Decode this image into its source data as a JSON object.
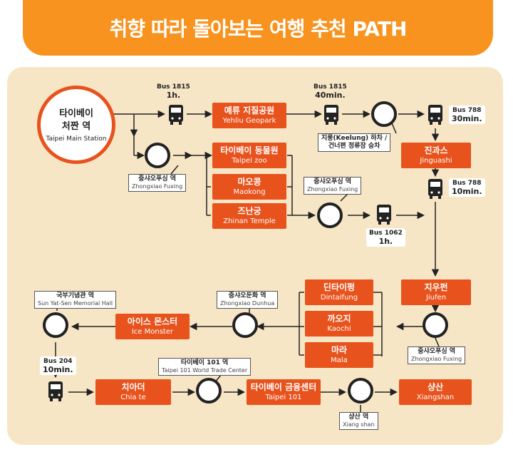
{
  "header": {
    "title": "취향 따라 돌아보는 여행 추천 PATH"
  },
  "start": {
    "name_ko_1": "타이베이",
    "name_ko_2": "처짠 역",
    "name_en": "Taipei Main Station"
  },
  "places": {
    "yehliu": {
      "ko": "예류 지질공원",
      "en": "Yehliu Geopark"
    },
    "zoo": {
      "ko": "타이베이 동물원",
      "en": "Taipei zoo"
    },
    "maokong": {
      "ko": "마오콩",
      "en": "Maokong"
    },
    "zhinan": {
      "ko": "즈난궁",
      "en": "Zhinan Temple"
    },
    "jinguashi": {
      "ko": "진과스",
      "en": "Jinguashi"
    },
    "jiufen": {
      "ko": "지우펀",
      "en": "Jiufen"
    },
    "dintaifung": {
      "ko": "딘타이펑",
      "en": "Dintaifung"
    },
    "kaochi": {
      "ko": "까오지",
      "en": "Kaochi"
    },
    "mala": {
      "ko": "마라",
      "en": "Mala"
    },
    "icemonster": {
      "ko": "아이스 몬스터",
      "en": "Ice Monster"
    },
    "chiate": {
      "ko": "치아더",
      "en": "Chia te"
    },
    "taipei101": {
      "ko": "타이베이 금융센터",
      "en": "Taipei 101"
    },
    "xiangshan": {
      "ko": "샹산",
      "en": "Xiangshan"
    }
  },
  "stations": {
    "zhongxiao_fuxing_1": {
      "ko": "중샤오푸싱 역",
      "en": "Zhongxiao Fuxing"
    },
    "zhongxiao_fuxing_2": {
      "ko": "중샤오푸싱 역",
      "en": "Zhongxiao Fuxing"
    },
    "zhongxiao_fuxing_3": {
      "ko": "중샤오푸싱 역",
      "en": "Zhongxiao Fuxing"
    },
    "keelung": {
      "ko_1": "지룽(Keelung) 하차 /",
      "ko_2": "건너편 정류장 승차"
    },
    "zhongxiao_dunhua": {
      "ko": "중샤오둔화 역",
      "en": "Zhongxiao Dunhua"
    },
    "sun_yat_sen": {
      "ko": "국부기념관 역",
      "en": "Sun Yat-Sen Memorial Hall"
    },
    "taipei101_station": {
      "ko": "타이베이 101 역",
      "en": "Taipei 101 World Trade Center"
    },
    "xiangshan_station": {
      "ko": "샹산 역",
      "en": "Xiang shan"
    }
  },
  "buses": {
    "b1": {
      "line": "Bus 1815",
      "time": "1h."
    },
    "b2": {
      "line": "Bus 1815",
      "time": "40min."
    },
    "b3": {
      "line": "Bus 788",
      "time": "30min."
    },
    "b4": {
      "line": "Bus 788",
      "time": "10min."
    },
    "b5": {
      "line": "Bus 1062",
      "time": "1h."
    },
    "b6": {
      "line": "Bus 204",
      "time": "10min."
    }
  },
  "colors": {
    "accent": "#f7931e",
    "box": "#e8521c",
    "panel": "#f7e6c6",
    "line": "#222222"
  },
  "icons": {
    "bus": "bus-icon",
    "arrow": "arrow-right-icon"
  }
}
